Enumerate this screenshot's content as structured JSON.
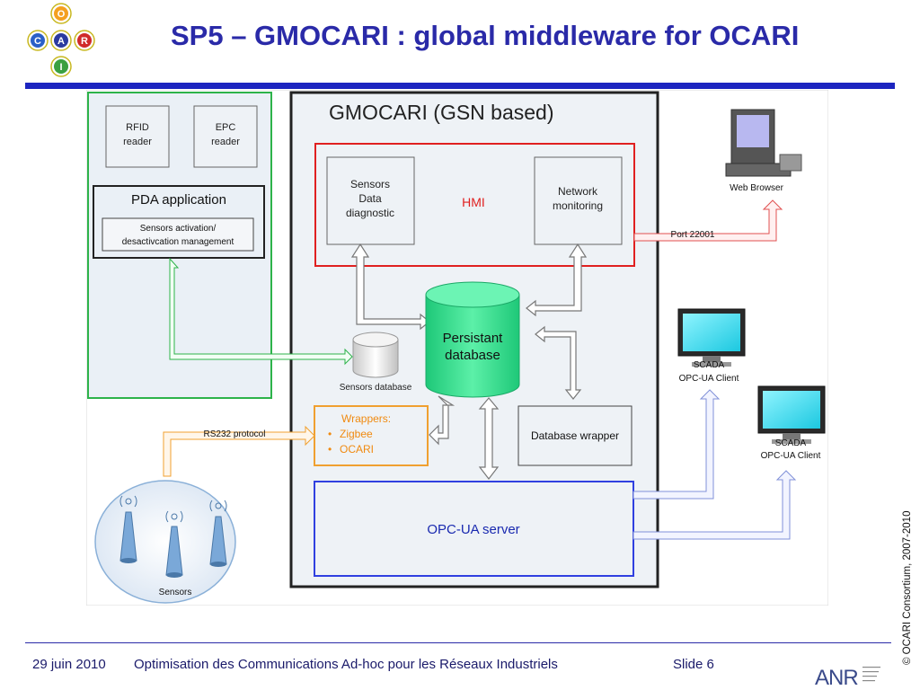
{
  "title": "SP5 – GMOCARI : global middleware for OCARI",
  "logo": {
    "letters": [
      "O",
      "C",
      "A",
      "R",
      "I"
    ]
  },
  "diagram": {
    "gmocari_title": "GMOCARI (GSN based)",
    "rfid_reader": [
      "RFID",
      "reader"
    ],
    "epc_reader": [
      "EPC",
      "reader"
    ],
    "pda_application": "PDA application",
    "sensors_activation": [
      "Sensors activation/",
      "desactivcation management"
    ],
    "hmi": "HMI",
    "sensors_data_diagnostic": [
      "Sensors",
      "Data",
      "diagnostic"
    ],
    "network_monitoring": [
      "Network",
      "monitoring"
    ],
    "persistant_database": [
      "Persistant",
      "database"
    ],
    "sensors_database": "Sensors database",
    "wrappers_title": "Wrappers:",
    "wrappers_items": [
      "Zigbee",
      "OCARI"
    ],
    "database_wrapper": "Database wrapper",
    "opcua_server": "OPC-UA server",
    "rs232_protocol": "RS232 protocol",
    "port": "Port 22001",
    "web_browser": "Web Browser",
    "scada_client_1": [
      "SCADA",
      "OPC-UA Client"
    ],
    "scada_client_2": [
      "SCADA",
      "OPC-UA Client"
    ],
    "sensors": "Sensors"
  },
  "footer": {
    "date": "29 juin 2010",
    "subtitle": "Optimisation des Communications Ad-hoc pour les Réseaux  Industriels",
    "slide": "Slide 6",
    "copyright": "© OCARI  Consortium, 2007-2010",
    "partner_logo": "ANR"
  },
  "colors": {
    "title": "#2a2aa8",
    "rule": "#1c25c0",
    "green_frame": "#2db34a",
    "hmi_red": "#e02020",
    "wrappers_orange": "#f0a030",
    "opcua_blue": "#3040e0",
    "database_green": "#3ee08a"
  }
}
